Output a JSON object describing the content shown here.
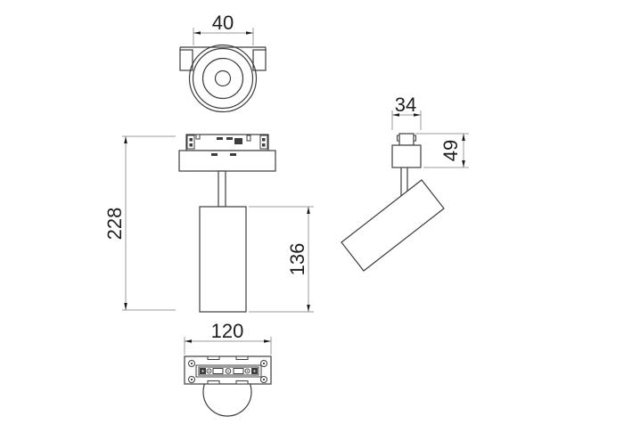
{
  "drawing": {
    "kind": "track-spotlight-dimension-drawing",
    "dim_labels": {
      "head_width": "40",
      "overall_height": "228",
      "body_height": "136",
      "base_length": "120",
      "adapter_depth": "34",
      "adapter_height": "49"
    },
    "colors": {
      "object_line": "#3d3d3d",
      "dimension_line": "#9b9b9b",
      "text": "#1f1f1f",
      "background": "#ffffff"
    }
  }
}
